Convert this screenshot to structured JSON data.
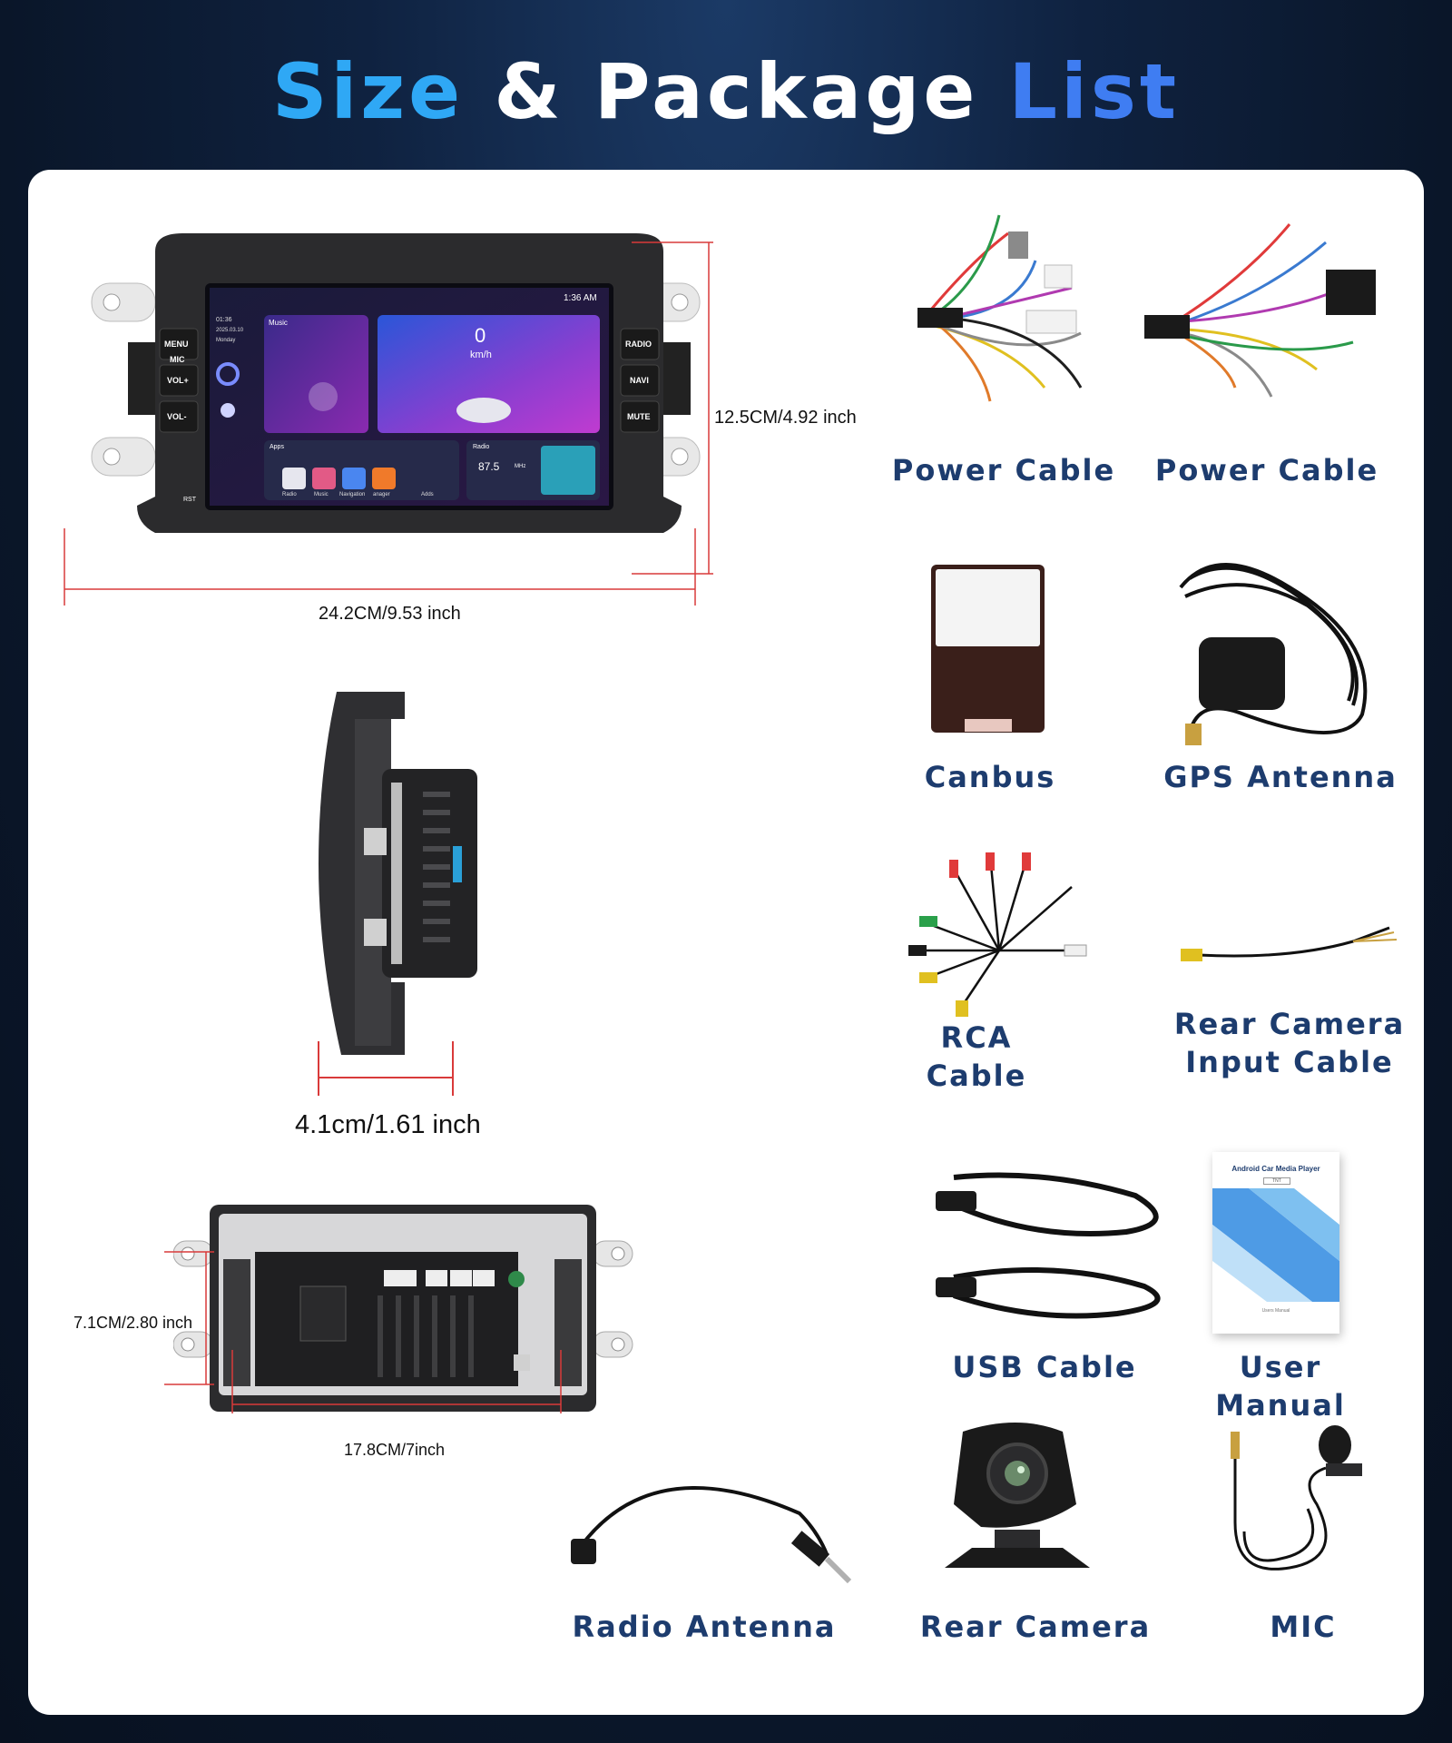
{
  "title": {
    "part1": "Size",
    "part2": "& Package",
    "part3": "List"
  },
  "dimensions": {
    "height": "12.5CM/4.92 inch",
    "width": "24.2CM/9.53 inch",
    "depth": "4.1cm/1.61 inch",
    "rear_height": "7.1CM/2.80 inch",
    "rear_width": "17.8CM/7inch"
  },
  "head_unit": {
    "buttons_left": [
      "MIC",
      "MENU",
      "VOL+",
      "VOL-",
      "RST"
    ],
    "buttons_right": [
      "RADIO",
      "NAVI",
      "MUTE"
    ],
    "status_time": "1:36 AM",
    "clock_widget": {
      "time": "01:36",
      "date": "2025.03.10",
      "day": "Monday"
    },
    "music_label": "Music",
    "speed_value": "0",
    "speed_unit": "km/h",
    "apps_label": "Apps",
    "apps": [
      "Radio",
      "Music",
      "Navigation",
      "anager",
      "Adds"
    ],
    "radio_label": "Radio",
    "radio_freq": "87.5",
    "radio_unit": "MHz"
  },
  "packages": [
    {
      "label": "Power Cable"
    },
    {
      "label": "Power Cable"
    },
    {
      "label": "Canbus"
    },
    {
      "label": "GPS Antenna"
    },
    {
      "label": "RCA Cable"
    },
    {
      "label": "Rear Camera",
      "label2": "Input Cable"
    },
    {
      "label": "USB Cable"
    },
    {
      "label": "User Manual"
    },
    {
      "label": "Radio Antenna"
    },
    {
      "label": "Rear Camera"
    },
    {
      "label": "MIC"
    }
  ],
  "manual_cover": {
    "title": "Android Car Media Player",
    "badge": "TNT",
    "footer": "Users Manual"
  },
  "colors": {
    "accent_cyan": "#2fa8f5",
    "accent_blue": "#3f7df2",
    "label_navy": "#1d3c6e",
    "dimension_red": "#d93a3a"
  }
}
